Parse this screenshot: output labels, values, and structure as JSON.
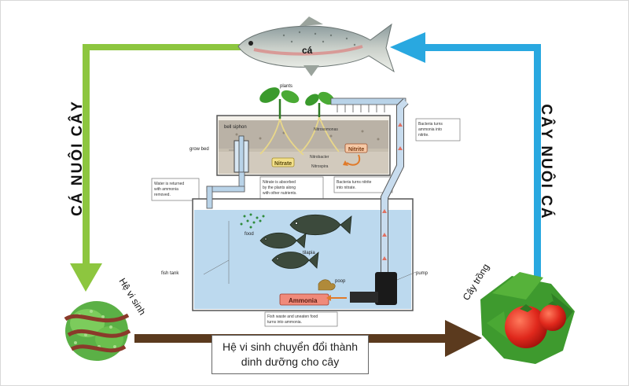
{
  "cycle": {
    "fish_label": "cá",
    "left_vertical": "CÁ NUÔI CÂY",
    "right_vertical": "CÂY NUÔI CÁ",
    "microbe_label": "Hệ vi sinh",
    "plant_label": "Cây trồng",
    "caption_line1": "Hệ vi sinh chuyển đổi thành",
    "caption_line2": "dinh dưỡng cho cây"
  },
  "system": {
    "plants": "plants",
    "bell_siphon": "bell siphon",
    "grow_bed": "grow bed",
    "nitrosomonas": "Nitrosomonas",
    "nitrite": "Nitrite",
    "nitrobacter": "Nitrobacter",
    "nitrospira": "Nitrospira",
    "nitrate": "Nitrate",
    "bacteria_ammonia_1": "Bacteria turns",
    "bacteria_ammonia_2": "ammonia into",
    "bacteria_ammonia_3": "nitrite.",
    "bacteria_nitrite_1": "Bacteria turns nitrite",
    "bacteria_nitrite_2": "into nitrate.",
    "nitrate_absorbed_1": "Nitrate is absorbed",
    "nitrate_absorbed_2": "by the plants along",
    "nitrate_absorbed_3": "with other nutrients.",
    "water_returned_1": "Water is returned",
    "water_returned_2": "with ammonia",
    "water_returned_3": "removed.",
    "food": "food",
    "tilapia": "tilapia",
    "poop": "poop",
    "fish_tank": "fish tank",
    "pump": "pump",
    "ammonia": "Ammonia",
    "fish_waste_1": "Fish waste and uneaten food",
    "fish_waste_2": "turns into ammonia."
  },
  "colors": {
    "green_arrow": "#8dc63f",
    "blue_arrow": "#29a8e0",
    "brown_arrow": "#5b3a1e",
    "water": "#bcd9ee",
    "ammonia_box": "#f08a7a",
    "nitrite_box": "#f6c9a6",
    "nitrate_box": "#f3e08a"
  }
}
